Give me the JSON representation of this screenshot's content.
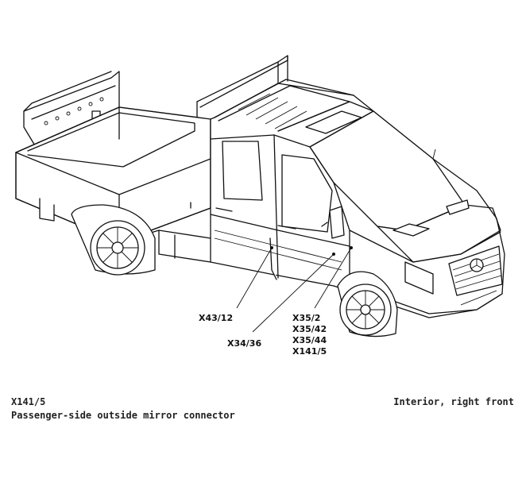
{
  "figure": {
    "callouts": {
      "x43_12": "X43/12",
      "x34_36": "X34/36",
      "x35_2": "X35/2",
      "x35_42": "X35/42",
      "x35_44": "X35/44",
      "x141_5": "X141/5"
    }
  },
  "caption": {
    "component_code": "X141/5",
    "description": "Passenger-side outside mirror connector",
    "location": "Interior, right front"
  }
}
